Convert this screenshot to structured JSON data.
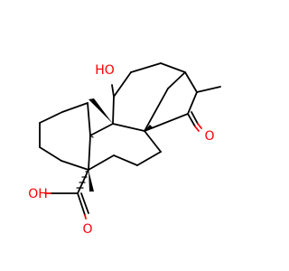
{
  "molecule": {
    "atoms": {
      "hydroxyl": "HO",
      "ketone_oxygen": "O",
      "acid_hydroxyl": "OH",
      "acid_carbonyl_oxygen": "O"
    },
    "colors": {
      "bond": "#000000",
      "heteroatom": "#ff0000",
      "background": "#ffffff"
    }
  }
}
